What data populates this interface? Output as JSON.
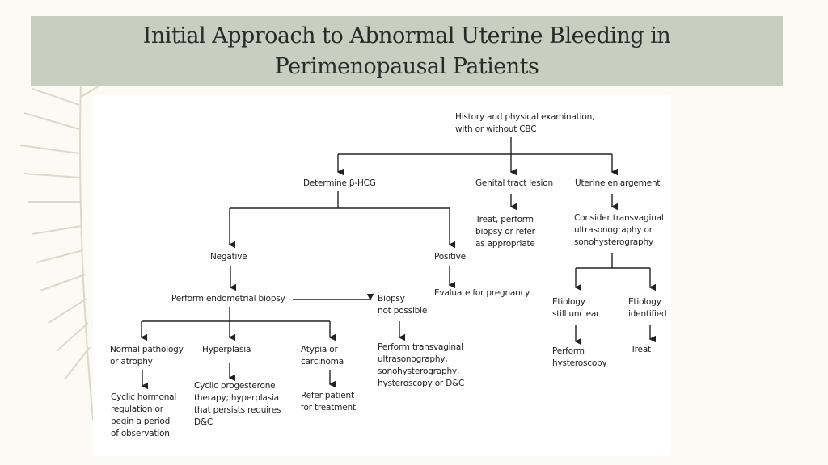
{
  "slide": {
    "title_line1": "Initial Approach to Abnormal Uterine Bleeding in",
    "title_line2": "Perimenopausal Patients",
    "banner_color": "#c8cfc0"
  },
  "flowchart": {
    "root": "History and physical examination,\nwith or without CBC",
    "determine_hcg": "Determine β-HCG",
    "genital_lesion": "Genital tract lesion",
    "uterine_enlargement": "Uterine enlargement",
    "negative": "Negative",
    "positive": "Positive",
    "evaluate_pregnancy": "Evaluate for pregnancy",
    "endometrial_biopsy": "Perform endometrial biopsy",
    "biopsy_not_possible": "Biopsy\nnot possible",
    "normal_pathology": "Normal pathology\nor atrophy",
    "hyperplasia": "Hyperplasia",
    "atypia": "Atypia or\ncarcinoma",
    "cyclic_hormonal": "Cyclic hormonal\nregulation or\nbegin a period\nof observation",
    "cyclic_progesterone": "Cyclic progesterone\ntherapy; hyperplasia\nthat persists requires\nD&C",
    "refer_patient": "Refer patient\nfor treatment",
    "perform_tvus": "Perform transvaginal\nultrasonography,\nsonohysterography,\nhysteroscopy or D&C",
    "treat_lesion": "Treat, perform\nbiopsy or refer\nas appropriate",
    "consider_tvus": "Consider transvaginal\nultrasonography or\nsonohysterography",
    "etiology_unclear": "Etiology\nstill unclear",
    "etiology_identified": "Etiology\nidentified",
    "perform_hysteroscopy": "Perform\nhysteroscopy",
    "treat": "Treat"
  }
}
